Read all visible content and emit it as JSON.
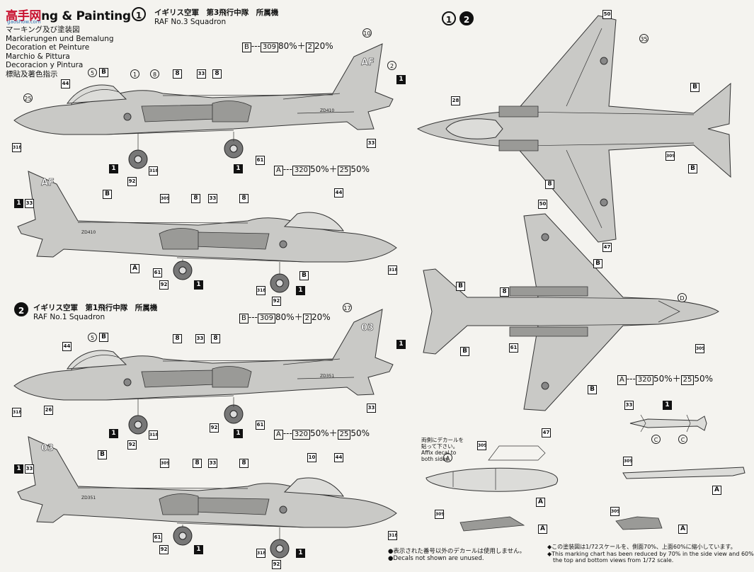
{
  "header": {
    "logo_text": "高手网",
    "title": "ng & Painting",
    "watermark": "gaoshow.com",
    "subtitles": [
      "マーキング及び塗装図",
      "Markierungen und Bemalung",
      "Decoration et Peinture",
      "Marchio & Pittura",
      "Decoracion y Pintura",
      "標貼及著色指示"
    ]
  },
  "scheme1": {
    "number": "1",
    "title_jp": "イギリス空軍　第3飛行中隊　所属機",
    "title_en": "RAF No.3 Squadron",
    "upper_mix": {
      "a": "B",
      "code1": "309",
      "p1": "80%",
      "code2": "2",
      "p2": "20%"
    },
    "lower_mix": {
      "a": "A",
      "code1": "320",
      "p1": "50%",
      "code2": "25",
      "p2": "50%"
    },
    "tail_code": "AF",
    "serial": "ZD410"
  },
  "scheme2": {
    "number": "2",
    "title_jp": "イギリス空軍　第1飛行中隊　所属機",
    "title_en": "RAF No.1 Squadron",
    "upper_mix": {
      "a": "B",
      "code1": "309",
      "p1": "80%",
      "code2": "2",
      "p2": "20%"
    },
    "lower_mix": {
      "a": "A",
      "code1": "320",
      "p1": "50%",
      "code2": "25",
      "p2": "50%"
    },
    "tail_code": "03",
    "serial": "ZD351"
  },
  "right_panel": {
    "badges": [
      "1",
      "2"
    ],
    "lower_mix": {
      "a": "A",
      "code1": "320",
      "p1": "50%",
      "code2": "25",
      "p2": "50%"
    }
  },
  "decal_note": {
    "jp": "両側にデカールを貼って下さい。",
    "en": "Affix decal to both sides."
  },
  "footnotes": {
    "left": [
      "●表示された番号以外のデカールは使用しません。",
      "●Decals not shown are unused."
    ],
    "right": [
      "◆この塗装図は1/72スケールを、側面70%、上面60%に縮小しています。",
      "◆This marking chart has been reduced by 70% in the side view and 60% in",
      "the top and bottom views from 1/72 scale."
    ]
  },
  "colors": {
    "camo": "#c9c9c6",
    "light": "#dcdcd9",
    "dark": "#9a9a97",
    "brand_red": "#c8102e"
  }
}
